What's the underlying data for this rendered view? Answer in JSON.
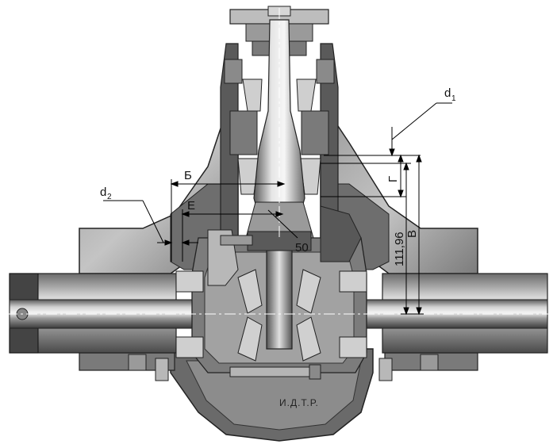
{
  "colors": {
    "housing_dark": "#3c3c3c",
    "housing_mid": "#8a8a8a",
    "housing_light": "#c9c9c9",
    "shaft_highlight": "#f2f2f2",
    "line": "#000000",
    "background": "#ffffff"
  },
  "labels": {
    "d1_main": "d",
    "d1_sub": "1",
    "d2_main": "d",
    "d2_sub": "2",
    "b": "Б",
    "e": "Е",
    "g": "Г",
    "v": "В",
    "fifty": "50",
    "dimension_value": "111,96"
  },
  "watermark": "И.Д.Т.Р."
}
